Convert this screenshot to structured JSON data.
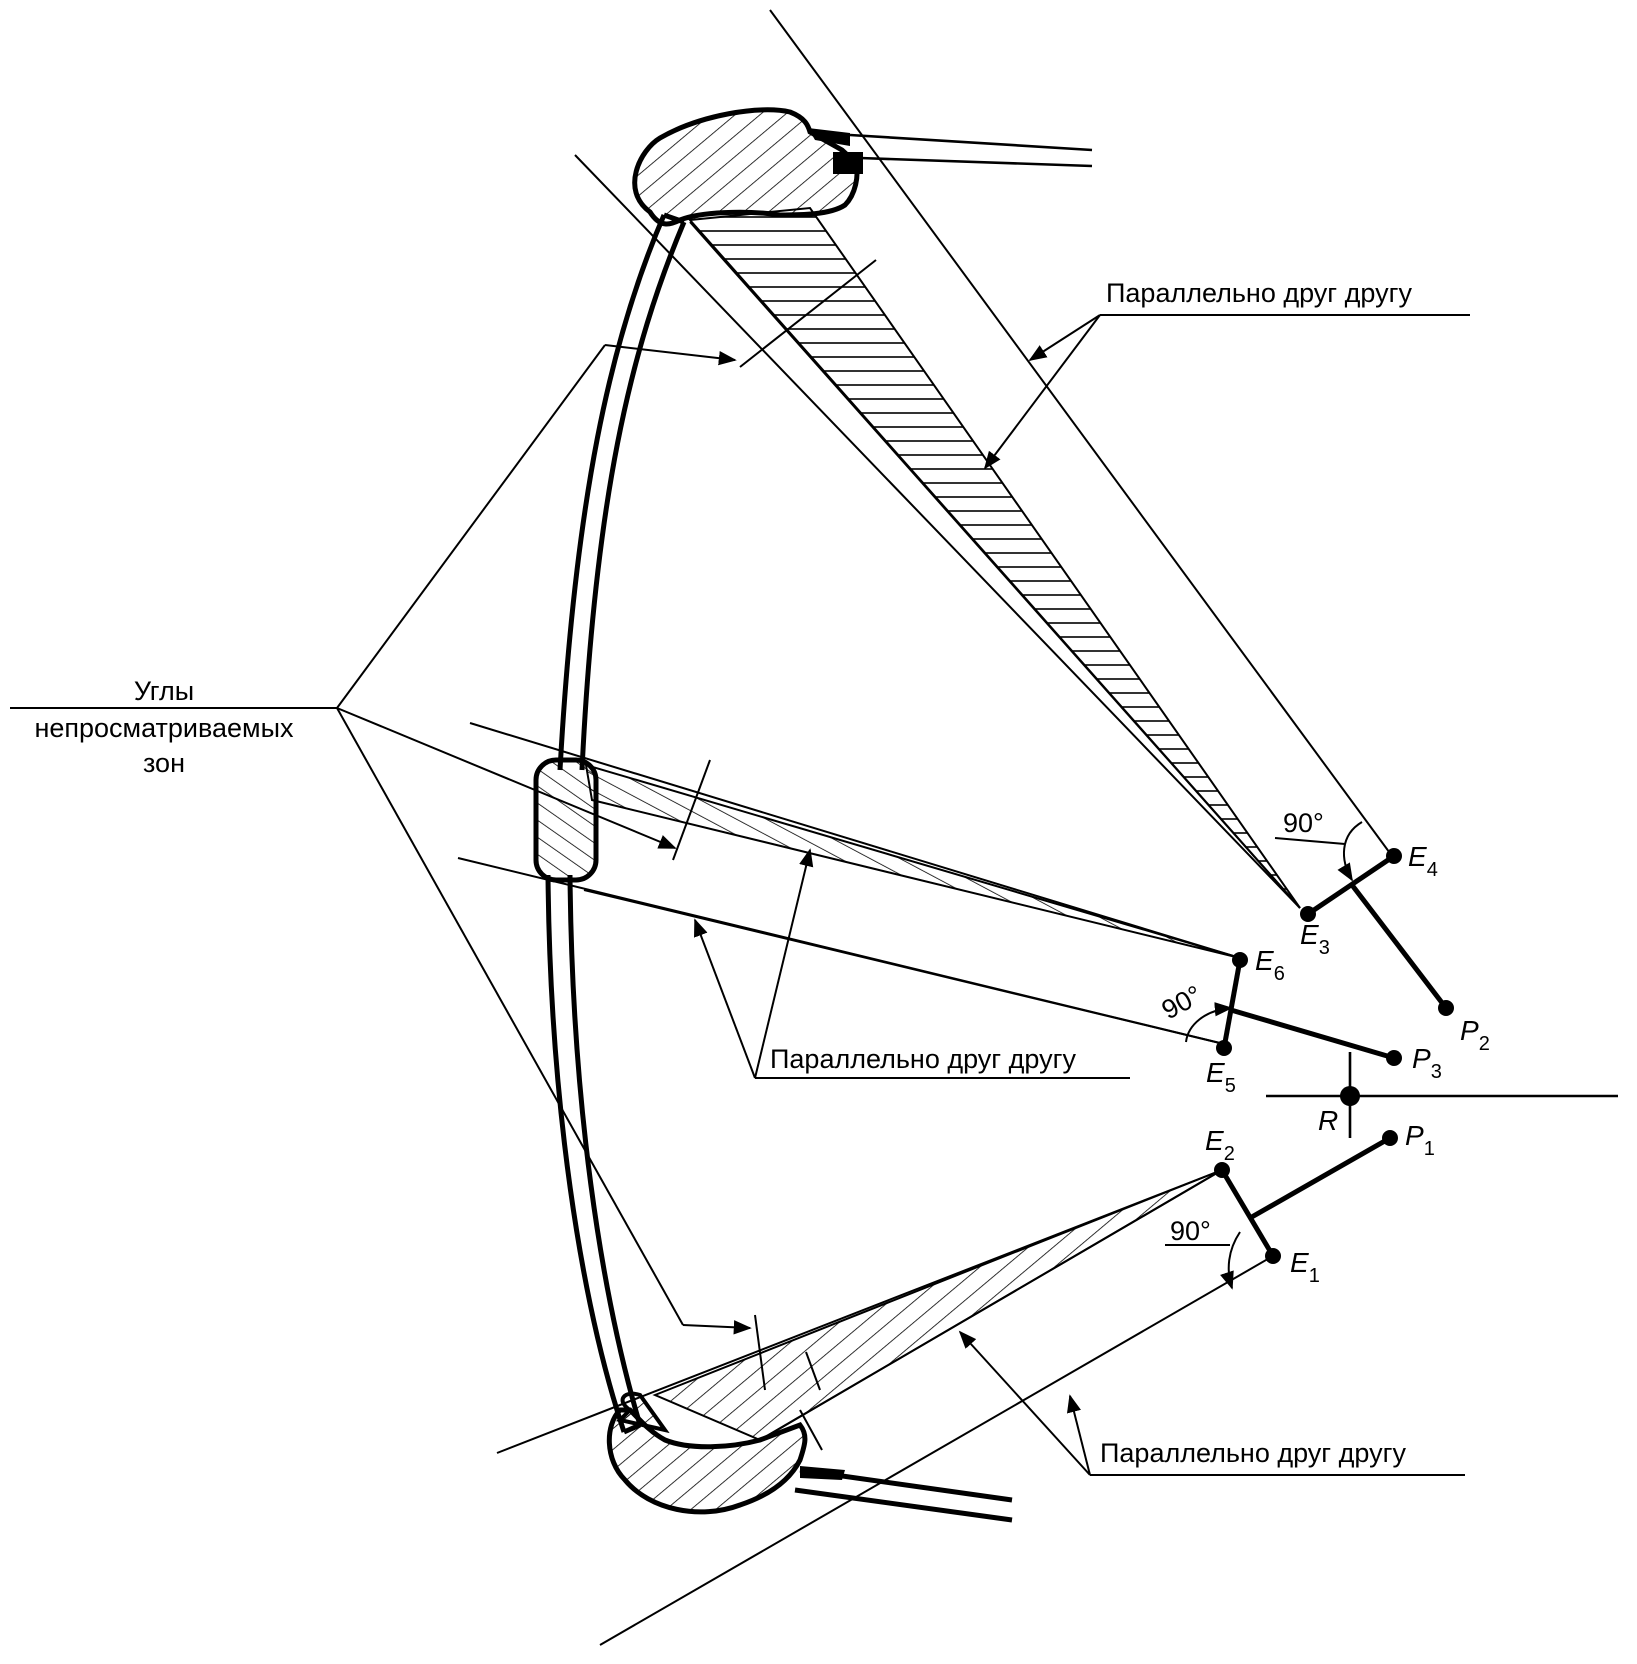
{
  "labels": {
    "parallel_top": "Параллельно друг другу",
    "parallel_middle": "Параллельно друг другу",
    "parallel_bottom": "Параллельно друг другу",
    "blind_angles_line1": "Углы",
    "blind_angles_line2": "непросматриваемых",
    "blind_angles_line3": "зон",
    "angle_upper": "90°",
    "angle_middle": "90°",
    "angle_lower": "90°"
  },
  "points": {
    "E1": {
      "letter": "E",
      "sub": "1"
    },
    "E2": {
      "letter": "E",
      "sub": "2"
    },
    "E3": {
      "letter": "E",
      "sub": "3"
    },
    "E4": {
      "letter": "E",
      "sub": "4"
    },
    "E5": {
      "letter": "E",
      "sub": "5"
    },
    "E6": {
      "letter": "E",
      "sub": "6"
    },
    "P1": {
      "letter": "P",
      "sub": "1"
    },
    "P2": {
      "letter": "P",
      "sub": "2"
    },
    "P3": {
      "letter": "P",
      "sub": "3"
    },
    "R": {
      "letter": "R"
    }
  }
}
